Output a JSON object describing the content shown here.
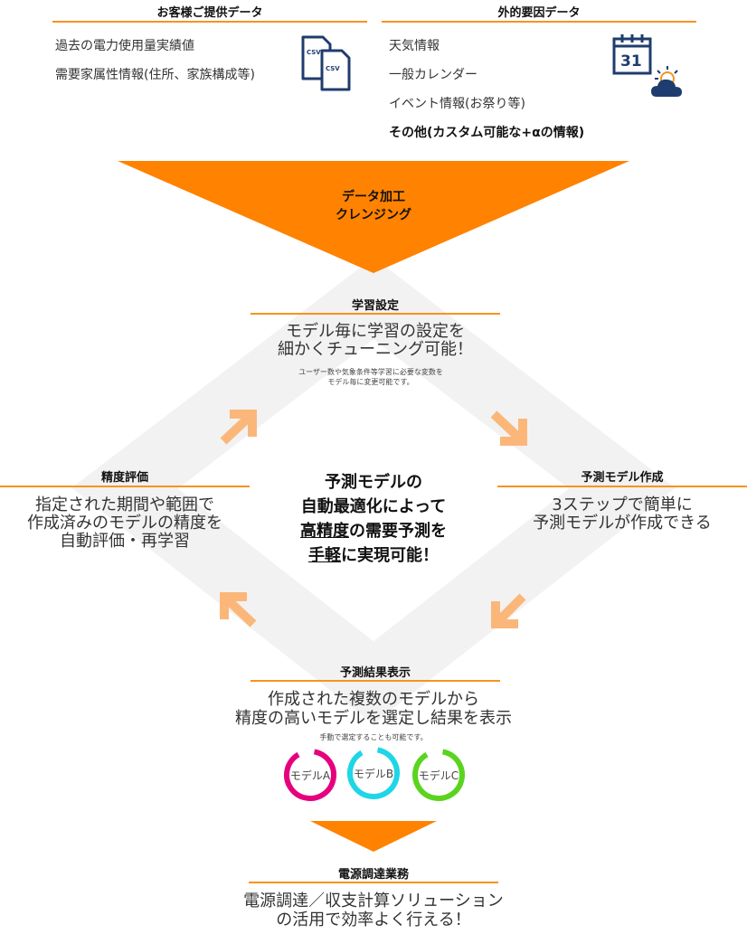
{
  "customer": {
    "title": "お客様ご提供データ",
    "items": [
      "過去の電力使用量実績値",
      "需要家属性情報(住所、家族構成等)"
    ],
    "icon": "csv-files-icon",
    "csv_label": "CSV"
  },
  "external": {
    "title": "外的要因データ",
    "items": [
      "天気情報",
      "一般カレンダー",
      "イベント情報(お祭り等)"
    ],
    "bold_item": "その他(カスタム可能な+αの情報)",
    "calendar_day": "31"
  },
  "funnel": {
    "line1": "データ加工",
    "line2": "クレンジング"
  },
  "learning": {
    "title": "学習設定",
    "main1": "モデル毎に学習の設定を",
    "main2": "細かくチューニング可能！",
    "note1": "ユーザー数や気象条件等学習に必要な変数を",
    "note2": "モデル毎に変更可能です。"
  },
  "prediction_model": {
    "title": "予測モデル作成",
    "main1": "3ステップで簡単に",
    "main2": "予測モデルが作成できる"
  },
  "accuracy": {
    "title": "精度評価",
    "main1": "指定された期間や範囲で",
    "main2": "作成済みのモデルの精度を",
    "main3": "自動評価・再学習"
  },
  "center": {
    "line1": "予測モデルの",
    "line2": "自動最適化によって",
    "line3_u": "高精度",
    "line3_rest": "の需要予測を",
    "line4_u": "手軽",
    "line4_rest": "に実現可能！"
  },
  "result": {
    "title": "予測結果表示",
    "main1": "作成された複数のモデルから",
    "main2": "精度の高いモデルを選定し結果を表示",
    "note": "手動で選定することも可能です。",
    "models": [
      {
        "label": "モデルA",
        "color": "#e6007e"
      },
      {
        "label": "モデルB",
        "color": "#1ed6e6"
      },
      {
        "label": "モデルC",
        "color": "#5ad41e"
      }
    ]
  },
  "power": {
    "title": "電源調達業務",
    "main1": "電源調達／収支計算ソリューション",
    "main2": "の活用で効率よく行える！"
  },
  "colors": {
    "accent": "#f7931e",
    "arrow": "#fbb77a",
    "diamond": "#f2f2f2",
    "navy": "#1f3c6e"
  }
}
